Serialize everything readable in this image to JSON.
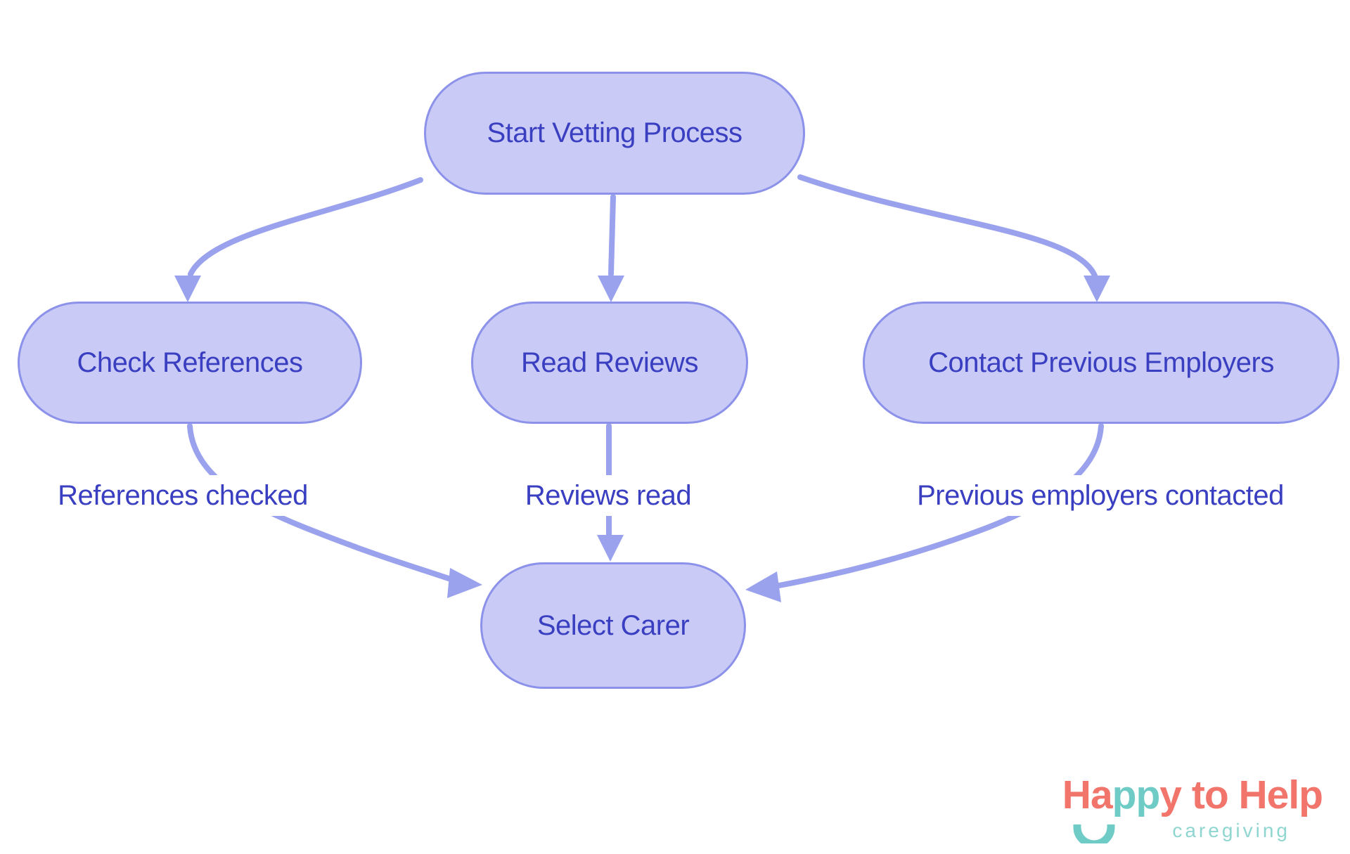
{
  "diagram": {
    "nodes": [
      {
        "id": "start",
        "label": "Start Vetting Process"
      },
      {
        "id": "check-references",
        "label": "Check References"
      },
      {
        "id": "read-reviews",
        "label": "Read Reviews"
      },
      {
        "id": "contact-previous-employers",
        "label": "Contact Previous Employers"
      },
      {
        "id": "select-carer",
        "label": "Select Carer"
      }
    ],
    "edges": [
      {
        "from": "start",
        "to": "check-references",
        "label": ""
      },
      {
        "from": "start",
        "to": "read-reviews",
        "label": ""
      },
      {
        "from": "start",
        "to": "contact-previous-employers",
        "label": ""
      },
      {
        "from": "check-references",
        "to": "select-carer",
        "label": "References checked"
      },
      {
        "from": "read-reviews",
        "to": "select-carer",
        "label": "Reviews read"
      },
      {
        "from": "contact-previous-employers",
        "to": "select-carer",
        "label": "Previous employers contacted"
      }
    ],
    "style": {
      "node_fill": "#c9cbf6",
      "node_border": "#8c92e9",
      "edge_color": "#9aa2ee",
      "text_color": "#3a3fc1",
      "background": "#ffffff"
    }
  },
  "logo": {
    "wordmark_part1": "Ha",
    "wordmark_part2": "pp",
    "wordmark_part3": "y to Help",
    "tagline": "caregiving",
    "coral": "#f2756b",
    "teal": "#6fcbc6",
    "tagline_teal": "#8fd6d1"
  }
}
